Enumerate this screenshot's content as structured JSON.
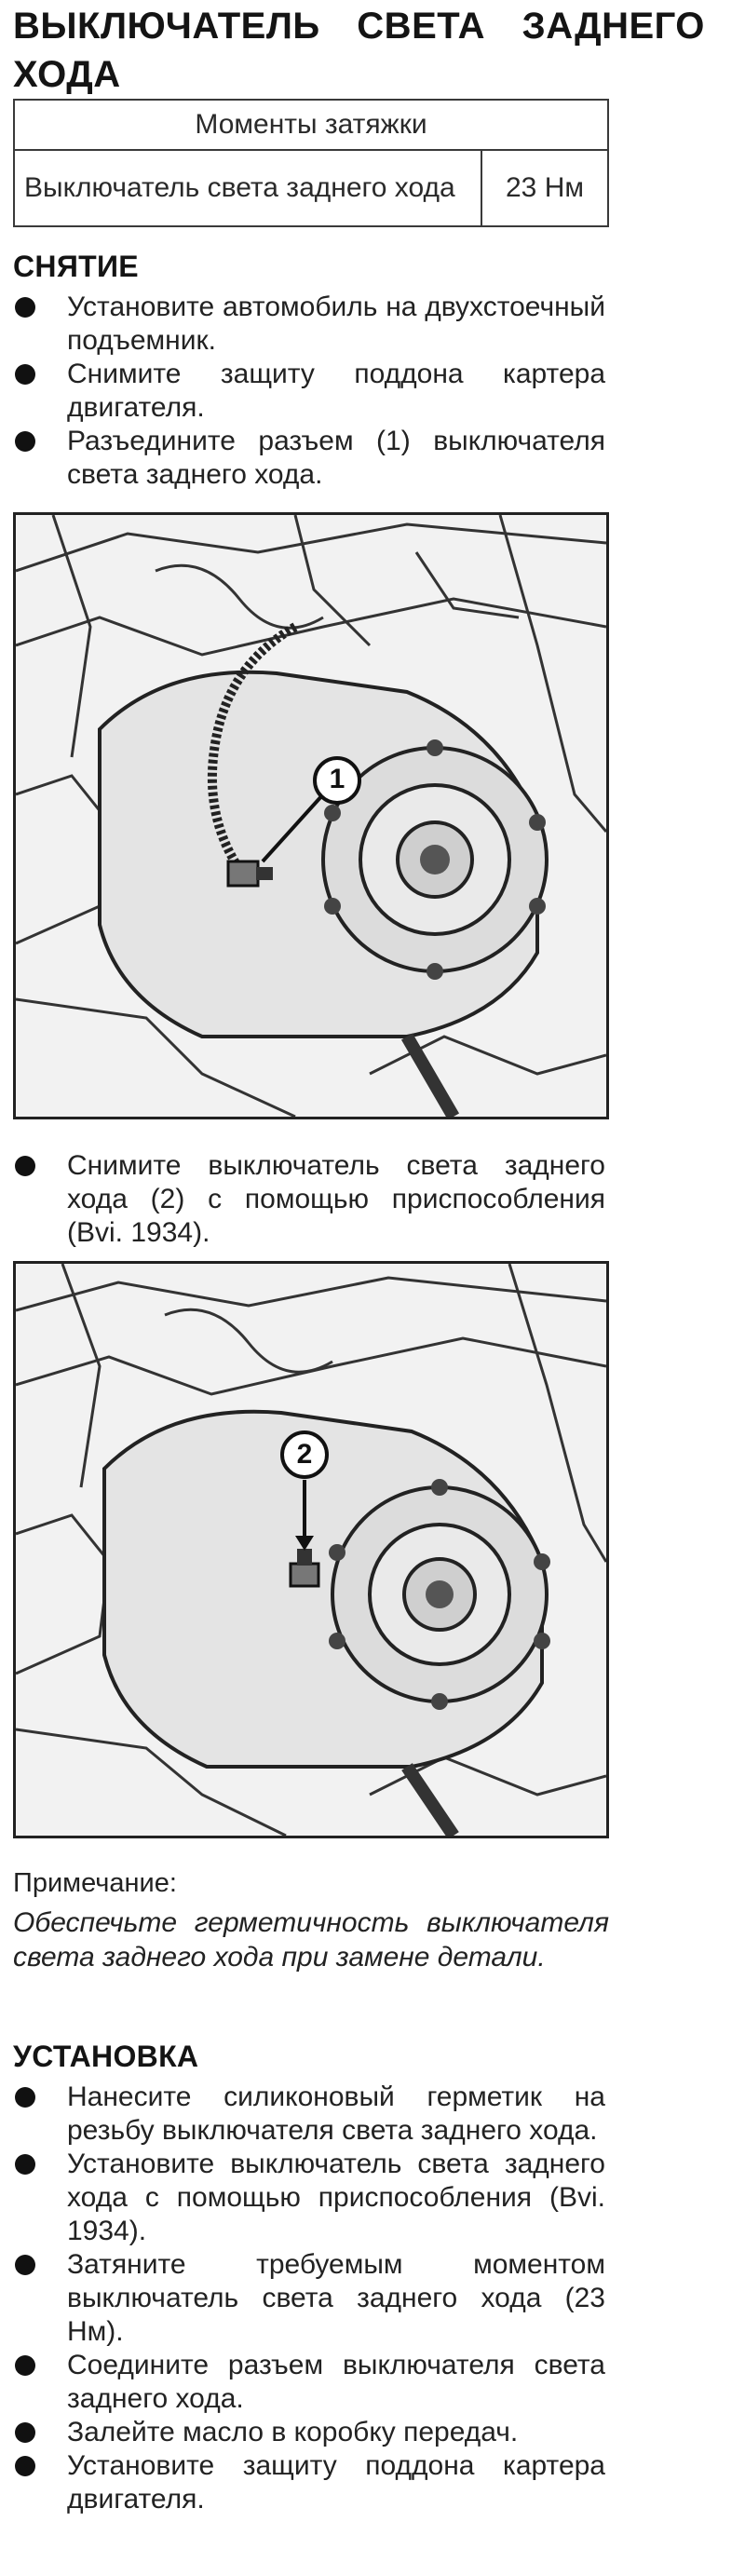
{
  "title": {
    "line1": "ВЫКЛЮЧАТЕЛЬ СВЕТА ЗАДНЕГО",
    "line2": "ХОДА"
  },
  "torque_table": {
    "header": "Моменты затяжки",
    "rows": [
      {
        "name": "Выключатель света заднего хода",
        "value": "23 Нм"
      }
    ]
  },
  "removal": {
    "heading": "СНЯТИЕ",
    "steps": [
      "Установите автомобиль на двухстоечный подъемник.",
      "Снимите защиту поддона картера двигателя.",
      "Разъедините разъем (1) выключателя света заднего хода."
    ],
    "figure1_callout": "1",
    "steps_after_figure": [
      "Снимите выключатель света заднего хода (2) с помощью приспособления (Bvi. 1934)."
    ],
    "figure2_callout": "2"
  },
  "note": {
    "label": "Примечание:",
    "text": "Обеспечьте герметичность выключателя света заднего хода при замене детали."
  },
  "installation": {
    "heading": "УСТАНОВКА",
    "steps": [
      "Нанесите силиконовый герметик на резьбу выключателя света заднего хода.",
      "Установите выключатель света заднего хода с помощью приспособления (Bvi. 1934).",
      "Затяните требуемым моментом выключатель света заднего хода (23 Нм).",
      "Соедините разъем выключателя света заднего хода.",
      "Залейте масло в коробку передач.",
      "Установите защиту поддона картера двигателя."
    ]
  }
}
